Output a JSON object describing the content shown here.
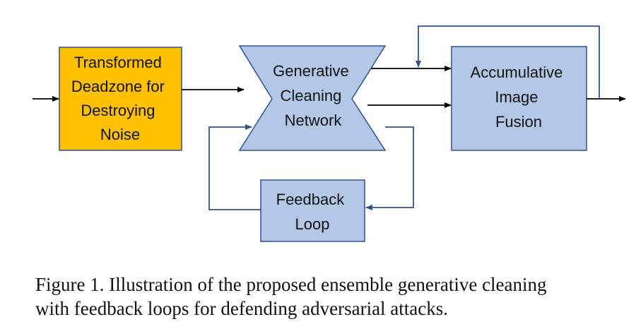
{
  "diagram": {
    "nodes": {
      "deadzone": {
        "lines": [
          "Transformed",
          "Deadzone for",
          "Destroying",
          "Noise"
        ],
        "fill": "#FFC000"
      },
      "generative": {
        "lines": [
          "Generative",
          "Cleaning",
          "Network"
        ],
        "fill": "#B4C7E7"
      },
      "fusion": {
        "lines": [
          "Accumulative",
          "Image",
          "Fusion"
        ],
        "fill": "#B4C7E7"
      },
      "feedback": {
        "lines": [
          "Feedback",
          "Loop"
        ],
        "fill": "#B4C7E7"
      }
    },
    "colors": {
      "box_border": "#2F528F",
      "feedback_line": "#2F528F",
      "main_arrow": "#000000"
    }
  },
  "caption": {
    "line1": "Figure 1. Illustration of the proposed ensemble generative cleaning",
    "line2": "with feedback loops for defending adversarial attacks."
  }
}
